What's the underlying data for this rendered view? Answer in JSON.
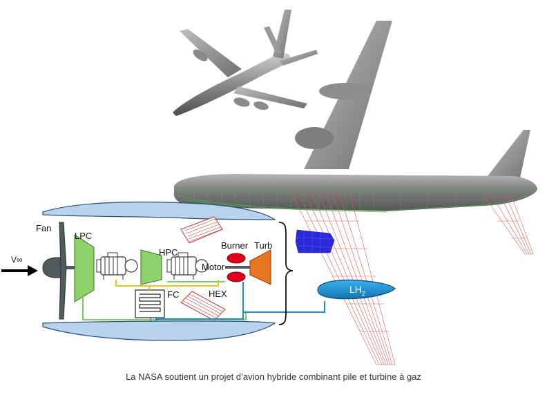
{
  "diagram": {
    "labels": {
      "fan": "Fan",
      "v_inf": "V∞",
      "lpc": "LPC",
      "hpc": "HPC",
      "burner": "Burner",
      "turb": "Turb",
      "motor": "Motor",
      "fc": "FC",
      "hex": "HEX",
      "lh2": "LH",
      "lh2_sub": "2"
    },
    "colors": {
      "nacelle": "#b9d3ee",
      "compressor": "#8fd16a",
      "turbine": "#e87722",
      "burner": "#e0001b",
      "hex_stroke": "#cc3333",
      "tank": "#1a8fd6",
      "blue_line": "#1a8fd6",
      "green_line": "#7fcc5a",
      "yellow_line": "#f2c318",
      "wireframe_red": "#e05a5a",
      "wireframe_green": "#4caf50",
      "aircraft_gray": "#8c8c8c"
    }
  },
  "caption": "La NASA soutient un projet d’avion hybride combinant pile et turbine à gaz"
}
